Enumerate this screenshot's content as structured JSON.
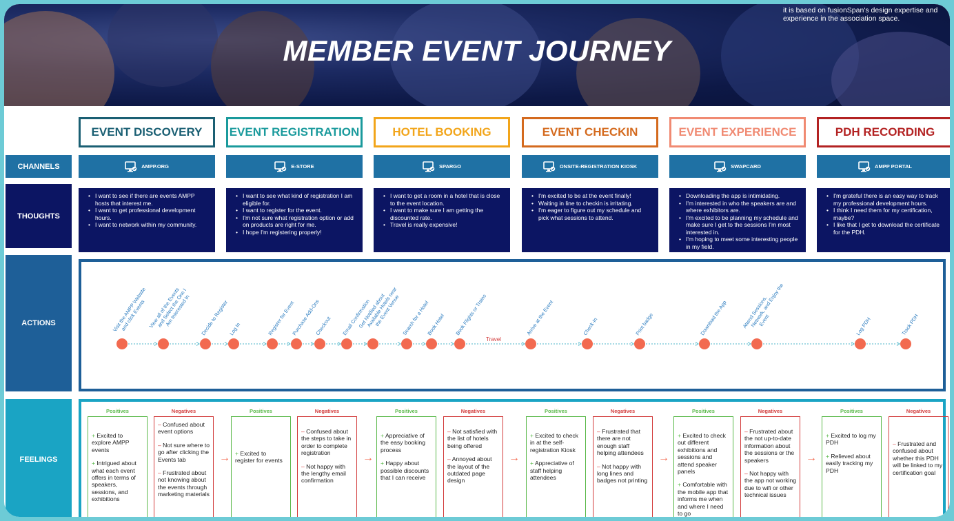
{
  "header": {
    "title": "MEMBER EVENT JOURNEY",
    "note": "it is based on fusionSpan's design expertise and experience in the association space."
  },
  "stages": [
    {
      "label": "EVENT DISCOVERY",
      "color": "#1a5f73"
    },
    {
      "label": "EVENT REGISTRATION",
      "color": "#1a9a9c"
    },
    {
      "label": "HOTEL BOOKING",
      "color": "#f2a51a"
    },
    {
      "label": "EVENT CHECKIN",
      "color": "#d46a1e"
    },
    {
      "label": "EVENT EXPERIENCE",
      "color": "#f08a72"
    },
    {
      "label": "PDH RECORDING",
      "color": "#b32222"
    }
  ],
  "rows": {
    "channels": "CHANNELS",
    "thoughts": "THOUGHTS",
    "actions": "ACTIONS",
    "feelings": "FEELINGS"
  },
  "channels": [
    "AMPP.ORG",
    "E-STORE",
    "SPARGO",
    "ONSITE-REGISTRATION KIOSK",
    "SWAPCARD",
    "AMPP PORTAL"
  ],
  "thoughts": [
    [
      "I want to see if there are events AMPP hosts that interest me.",
      "I want to get professional development hours.",
      "I want to network within my community."
    ],
    [
      "I want to see what kind of registration I am eligible for.",
      "I want to register for the event.",
      "I'm not sure what registration option or add on products are right for me.",
      "I hope I'm registering properly!"
    ],
    [
      "I want to get a room in a hotel that is close to the event location.",
      "I want to make sure I am getting the discounted rate.",
      "Travel is really expensive!"
    ],
    [
      "I'm excited to be at the event finally!",
      "Waiting in line to checkin is irritating.",
      "I'm eager to figure out my schedule and pick what sessions to attend."
    ],
    [
      "Downloading the app is intimidating.",
      "I'm interested in who the speakers are and where exhibitors are.",
      "I'm excited to be planning my schedule and make sure I get to the sessions I'm most interested in.",
      "I'm hoping to meet some interesting people in my field."
    ],
    [
      "I'm grateful there is an easy way to track my professional development hours.",
      "I think I need them for my certification, maybe?",
      "I like that I get to download the certificate for the PDH."
    ]
  ],
  "actions": [
    "Visit the AMPP Website and click Events",
    "View all of the Events and Select the One I Am Interested In",
    "Decide to Register",
    "Log In",
    "Register for Event",
    "Purchase Add-Ons",
    "Checkout",
    "Email Confirmation",
    "Get Notified about Available Hotels near the Event Venue",
    "Search for a Hotel",
    "Book Hotel",
    "Book Flights or Trains",
    "Arrive at the Event",
    "Check-In",
    "Print badge",
    "Download the App",
    "Attend Sessions, Network, and Enjoy the Event",
    "Log PDH",
    "Track PDH"
  ],
  "travel_label": "Travel",
  "feelings_headers": {
    "positives": "Positives",
    "negatives": "Negatives"
  },
  "feelings": [
    {
      "positives": [
        "Excited to explore AMPP events",
        "Intrigued about what each event offers in terms of speakers, sessions, and exhibitions"
      ],
      "negatives": [
        "Confused about event options",
        "Not sure where to go after clicking the Events tab",
        "Frustrated about not knowing about the events through marketing materials"
      ]
    },
    {
      "positives": [
        "Excited to register for events"
      ],
      "negatives": [
        "Confused about the steps to take in order to complete registration",
        "Not happy with the lengthy email confirmation"
      ]
    },
    {
      "positives": [
        "Appreciative of the easy booking process",
        "Happy about possible discounts that I can receive"
      ],
      "negatives": [
        "Not satisfied with the list of hotels being offered",
        "Annoyed about the layout of the outdated page design"
      ]
    },
    {
      "positives": [
        "Excited to check in at the self-registration Kiosk",
        "Appreciative of staff helping attendees"
      ],
      "negatives": [
        "Frustrated that there are not enough staff helping attendees",
        "Not happy with long lines and badges not printing"
      ]
    },
    {
      "positives": [
        "Excited to check out different exhibitions and sessions and attend speaker panels",
        "Comfortable with the mobile app that informs me when and where I need to go"
      ],
      "negatives": [
        "Frustrated about the not up-to-date information about the sessions or the speakers",
        "Not happy with the app not working due to wifi or other technical issues"
      ]
    },
    {
      "positives": [
        "Excited to log my PDH",
        "Relieved about easily tracking my PDH"
      ],
      "negatives": [
        "Frustrated and confused about whether this PDH will be linked to my certification goal"
      ]
    }
  ],
  "colors": {
    "navy": "#0c1563",
    "channel_blue": "#1f71a4",
    "actions_label": "#1e5f98",
    "feelings_label": "#1aa4c4",
    "dot": "#f26a50",
    "action_text": "#2a7bbf",
    "positive": "#58b848",
    "negative": "#d23a3a"
  }
}
